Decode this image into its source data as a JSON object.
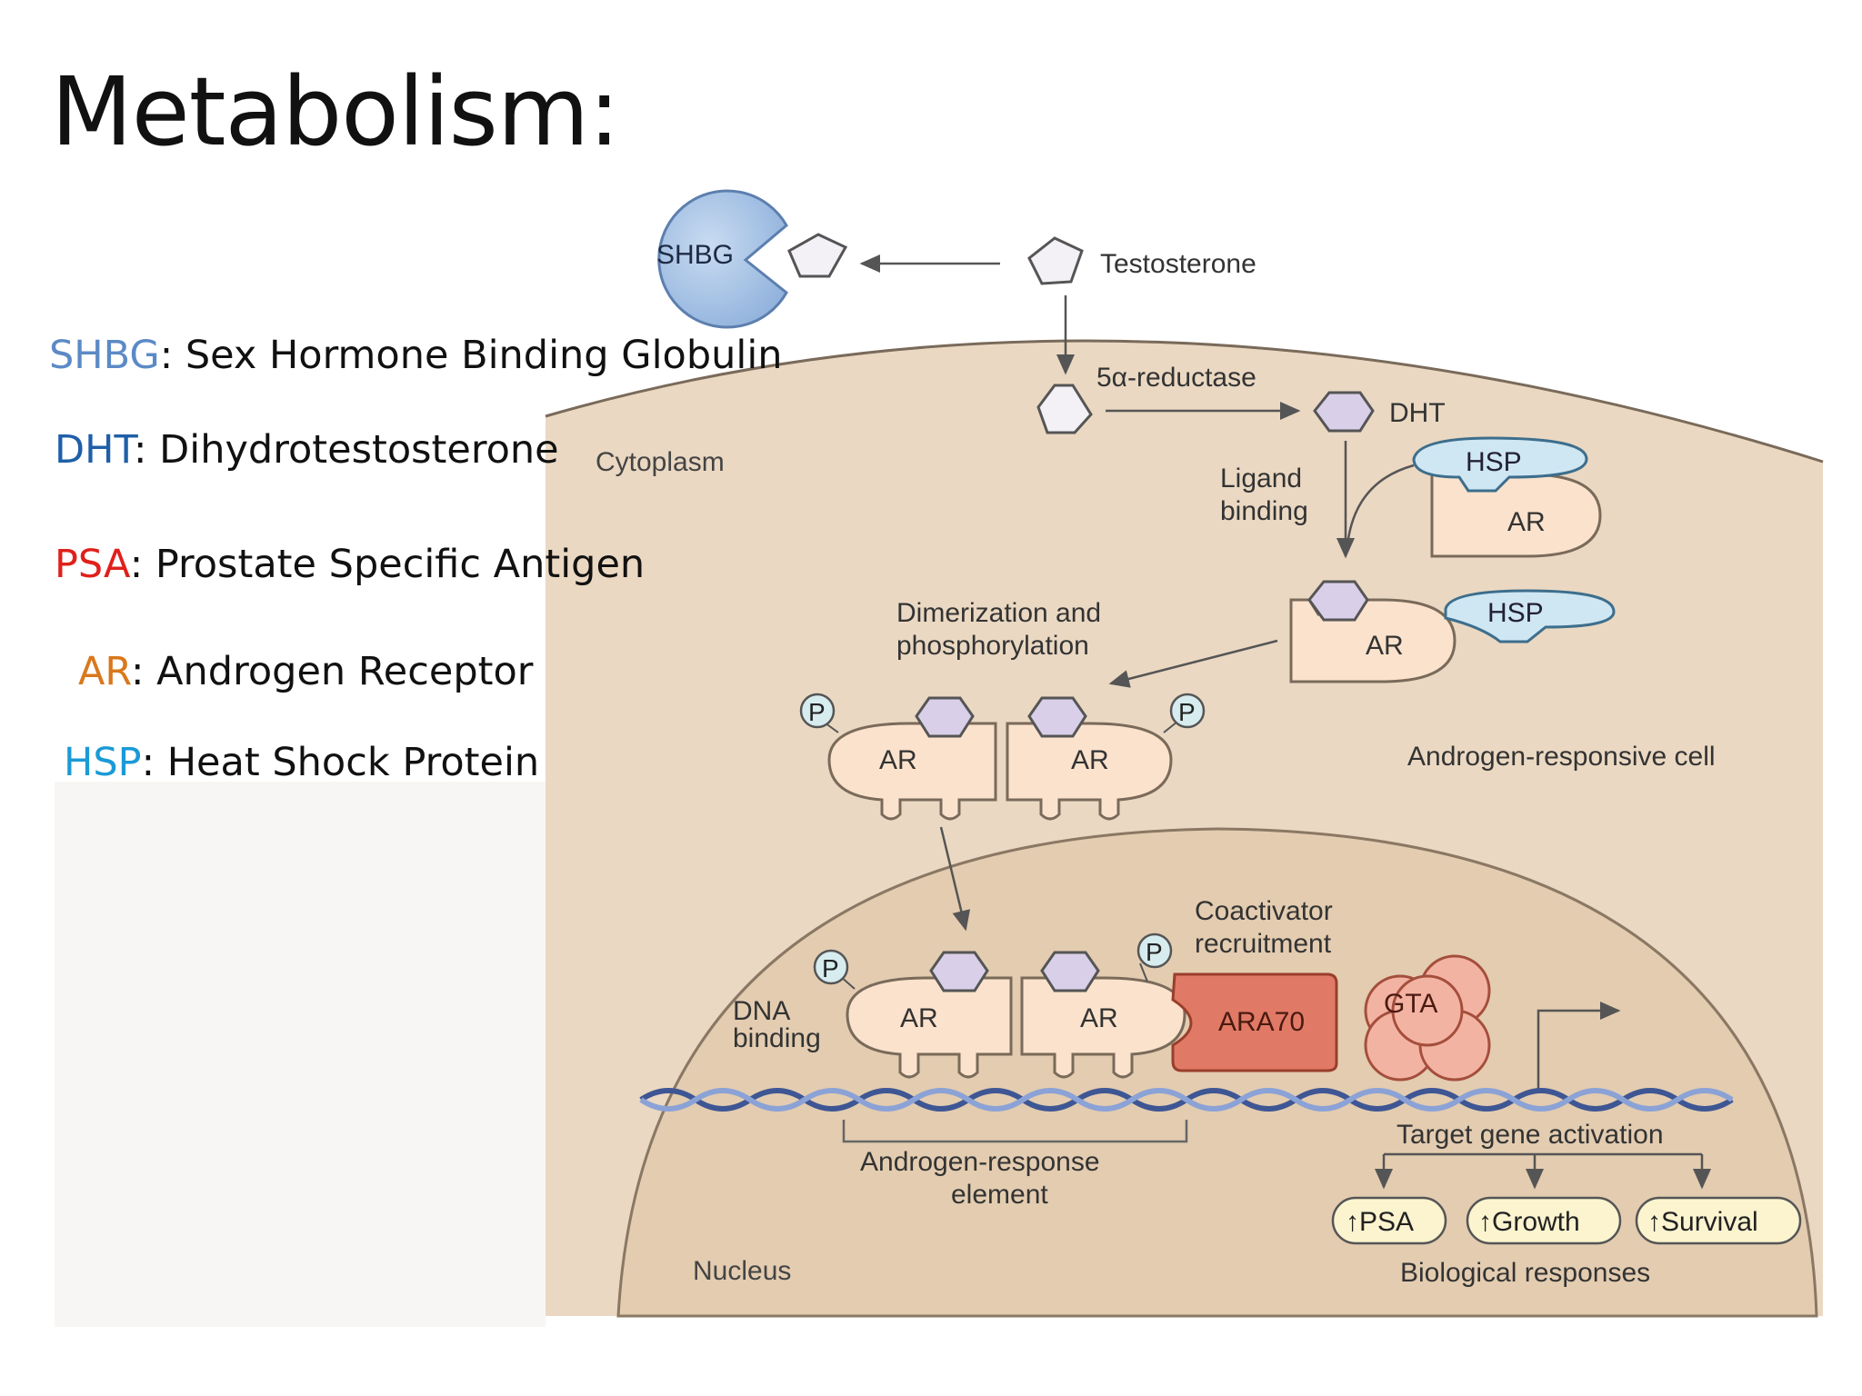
{
  "title": "Metabolism:",
  "legend": [
    {
      "abbr": "SHBG",
      "sep": ": ",
      "text": "Sex Hormone Binding Globulin",
      "color": "#5b8ac6"
    },
    {
      "abbr": "DHT",
      "sep": ": ",
      "text": "Dihydrotestosterone",
      "color": "#1f5fa8"
    },
    {
      "abbr": "PSA",
      "sep": ": ",
      "text": "Prostate Specific Antigen",
      "color": "#e0201b"
    },
    {
      "abbr": "AR",
      "sep": ": ",
      "text": "Androgen Receptor",
      "color": "#d9781c"
    },
    {
      "abbr": "HSP",
      "sep": ": ",
      "text": "Heat Shock Protein",
      "color": "#1a9ad6"
    }
  ],
  "diagram": {
    "shbg": "SHBG",
    "testosterone": "Testosterone",
    "reductase": "5α-reductase",
    "dht": "DHT",
    "cytoplasm": "Cytoplasm",
    "ligand_binding_1": "Ligand",
    "ligand_binding_2": "binding",
    "hsp": "HSP",
    "ar": "AR",
    "dimerization_1": "Dimerization and",
    "dimerization_2": "phosphorylation",
    "p": "P",
    "cell": "Androgen-responsive cell",
    "coactivator_1": "Coactivator",
    "coactivator_2": "recruitment",
    "dna_binding_1": "DNA",
    "dna_binding_2": "binding",
    "ara70": "ARA70",
    "gta": "GTA",
    "target": "Target gene activation",
    "are_1": "Androgen-response",
    "are_2": "element",
    "psa": "↑PSA",
    "growth": "↑Growth",
    "survival": "↑Survival",
    "nucleus": "Nucleus",
    "bio": "Biological responses"
  },
  "colors": {
    "cell_fill": "#ead8c2",
    "nucleus_fill": "#e3ccb0",
    "membrane": "#7a6a5a",
    "shbg_blue": "#a9c4e6",
    "hsp_blue": "#cfe6f3",
    "ar_peach": "#fbe2cc",
    "hexagon": "#d9cfe8",
    "ara70": "#e07a66",
    "gta": "#f3b3a3",
    "response_yellow": "#fbf4cf"
  }
}
